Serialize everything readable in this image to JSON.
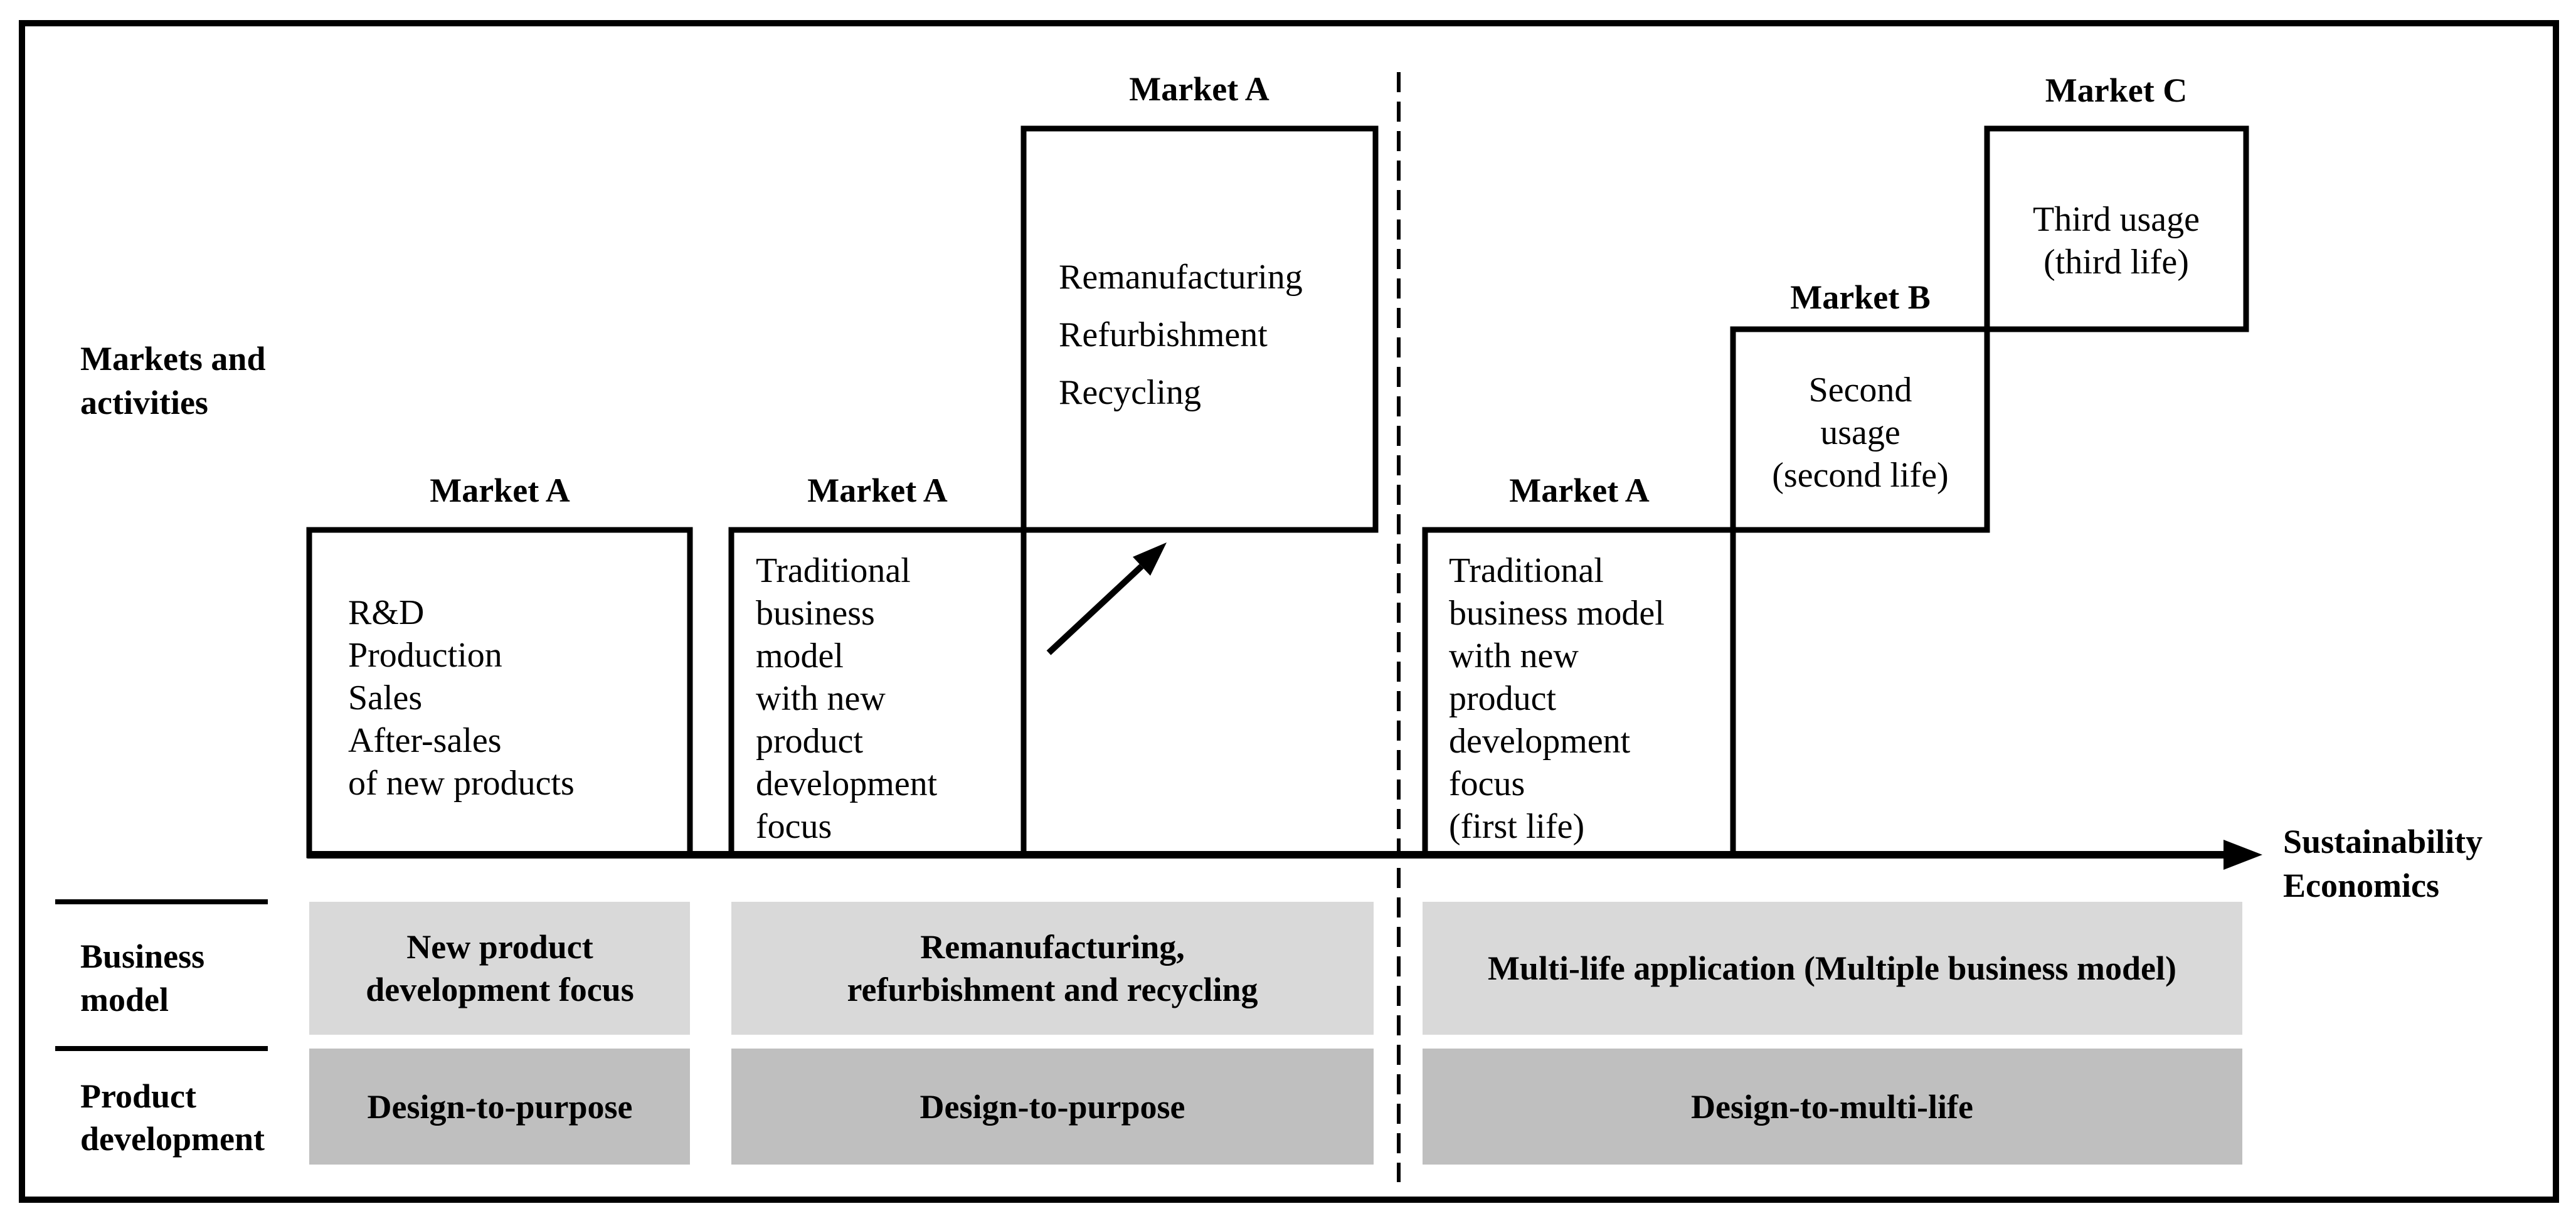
{
  "colors": {
    "light_gray": "#d9d9d9",
    "mid_gray": "#bfbfbf",
    "ink": "#000000"
  },
  "axis": {
    "label_line1": "Sustainability",
    "label_line2": "Economics"
  },
  "left_column": {
    "markets_activities_line1": "Markets and",
    "markets_activities_line2": "activities",
    "business_model_line1": "Business",
    "business_model_line2": "model",
    "product_development_line1": "Product",
    "product_development_line2": "development"
  },
  "market_labels": {
    "box1": "Market A",
    "box2": "Market A",
    "box3": "Market A",
    "box4": "Market A",
    "boxB": "Market B",
    "boxC": "Market C"
  },
  "boxes": {
    "box1_lines": [
      "R&D",
      "Production",
      "Sales",
      "After-sales",
      "of new products"
    ],
    "box2_lines": [
      "Traditional",
      "business",
      "model",
      "with new",
      "product",
      "development",
      "focus"
    ],
    "box3_lines": [
      "Remanufacturing",
      "Refurbishment",
      "Recycling"
    ],
    "box4_lines": [
      "Traditional",
      "business model",
      "with new",
      "product",
      "development",
      "focus",
      "(first life)"
    ],
    "boxB_lines": [
      "Second",
      "usage",
      "(second life)"
    ],
    "boxC_lines": [
      "Third usage",
      "(third life)"
    ]
  },
  "business_model_row": {
    "col1_line1": "New product",
    "col1_line2": "development focus",
    "col2_line1": "Remanufacturing,",
    "col2_line2": "refurbishment and recycling",
    "col3": "Multi-life application (Multiple business model)"
  },
  "product_development_row": {
    "col1": "Design-to-purpose",
    "col2": "Design-to-purpose",
    "col3": "Design-to-multi-life"
  }
}
